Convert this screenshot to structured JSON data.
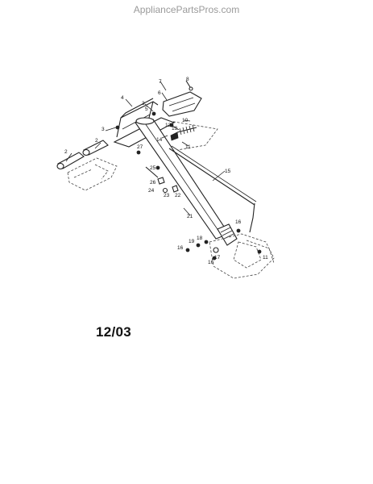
{
  "watermark": "AppliancePartsPros.com",
  "date_code": "12/03",
  "callouts": [
    "2",
    "2",
    "3",
    "3",
    "4",
    "5",
    "6",
    "7",
    "8",
    "10",
    "11",
    "12",
    "13",
    "14",
    "15",
    "16",
    "16",
    "16",
    "17",
    "18",
    "19",
    "21",
    "22",
    "23",
    "24",
    "25",
    "26",
    "27",
    "11"
  ]
}
